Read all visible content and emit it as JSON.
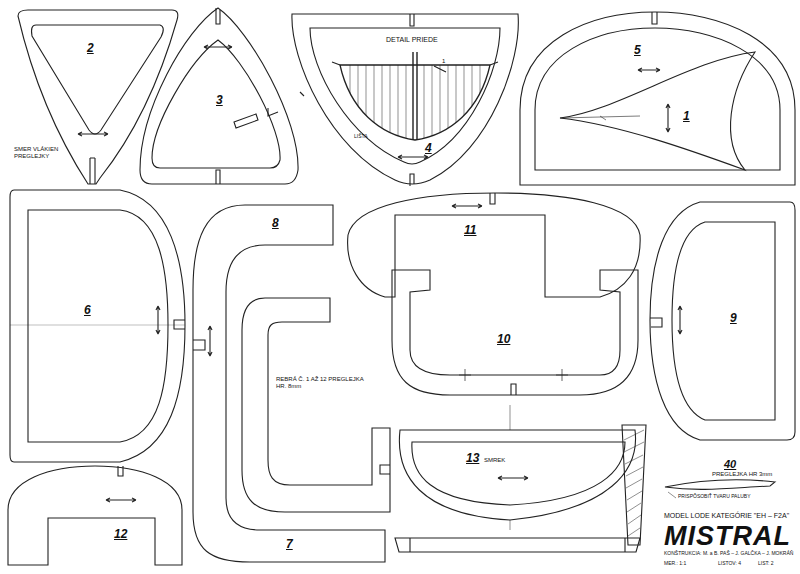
{
  "diagram": {
    "title": "MISTRAL",
    "labels": [
      "2",
      "SMER VLÁKIEN PREGLEJKY",
      "3",
      "DETAIL PRIEDE",
      "1",
      "LIŠTA",
      "4",
      "5",
      "1",
      "6",
      "8",
      "REBRÁ Č. 1 AŽ 12 PREGLEJKA HR. 8mm",
      "11",
      "10",
      "9",
      "7",
      "12",
      "13",
      "SMREK",
      "40",
      "PREGLEJKA HR 3mm",
      "PRISPÔSOBIŤ TVARU PALUBY",
      "MODEL LODE KATEGÓRIE \"EH – F2A\"",
      "KONŠTRUKCIA: M. a B. PAŠ – J. GALČKA – J. MOKRÁŇ",
      "MER.: 1:1",
      "LISTOV: 4",
      "LIST: 2"
    ]
  }
}
